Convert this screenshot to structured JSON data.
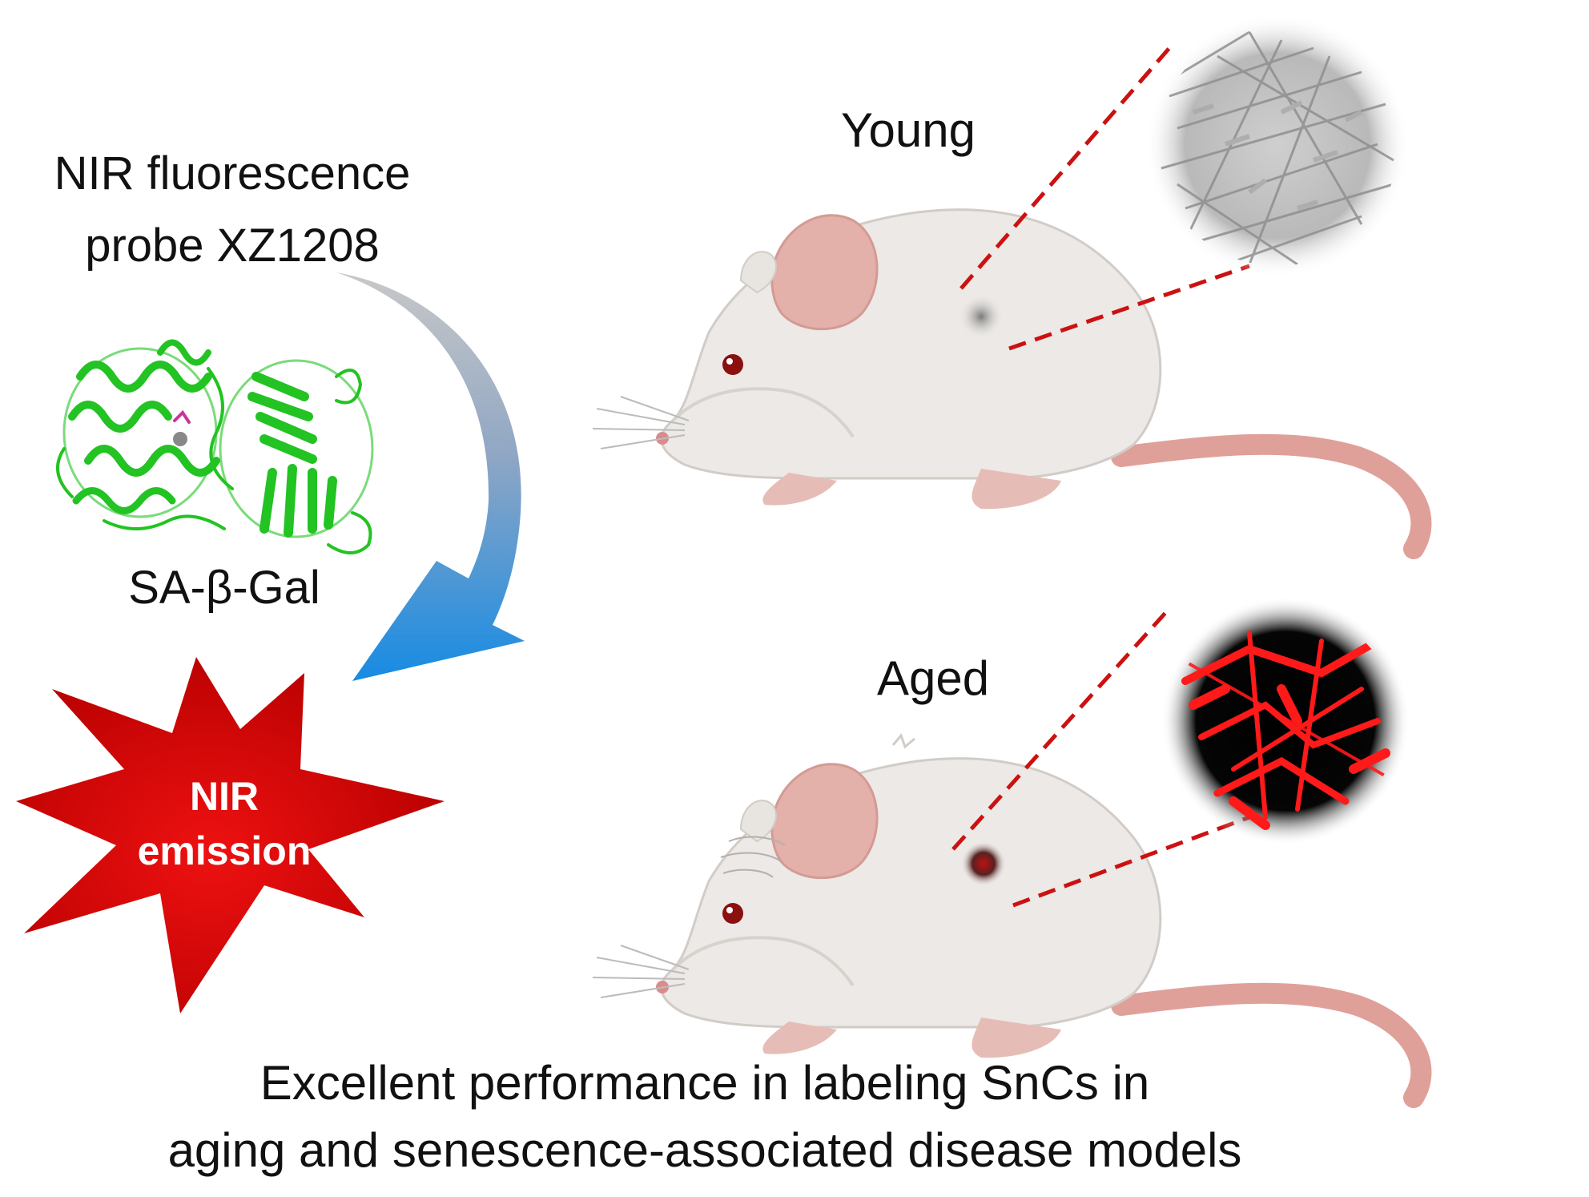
{
  "probe": {
    "line1": "NIR fluorescence",
    "line2": "probe XZ1208"
  },
  "enzyme": {
    "label": "SA-β-Gal"
  },
  "emission": {
    "line1": "NIR",
    "line2": "emission"
  },
  "groups": {
    "young": "Young",
    "aged": "Aged"
  },
  "caption": {
    "line1": "Excellent performance in labeling SnCs in",
    "line2": "aging and senescence-associated disease models"
  },
  "colors": {
    "protein": "#22c322",
    "arrow_start": "#bbbbbb",
    "arrow_end": "#1a8ee0",
    "burst": "#d00000",
    "mouse_body": "#ece9e6",
    "ear": "#e3b0aa",
    "tail": "#e0a09a",
    "guide_line": "#cc1111",
    "fluorescence": "#ff1a1a"
  },
  "icons": [
    "protein-structure-icon",
    "curved-arrow-icon",
    "burst-icon",
    "mouse-icon",
    "microscope-view-icon"
  ]
}
